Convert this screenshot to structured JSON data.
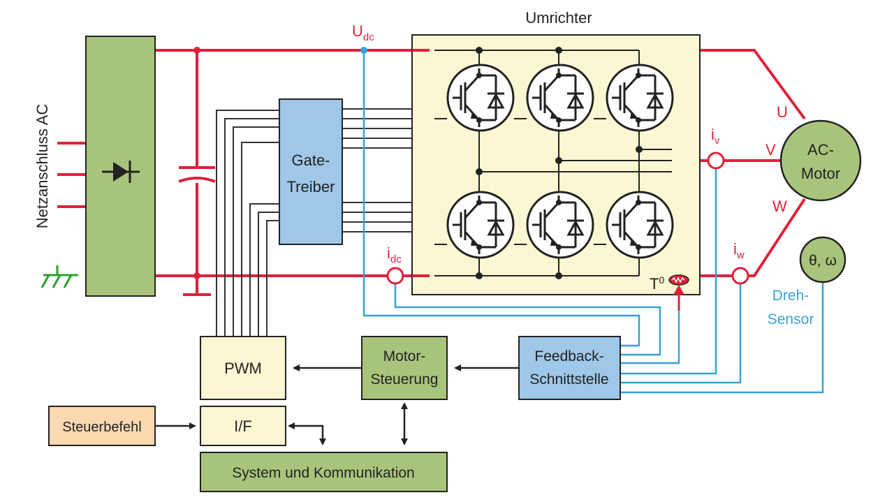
{
  "colors": {
    "power": "#e0203a",
    "signal": "#35a2d8",
    "ground": "#2aa02a",
    "green_block": "#a8c47c",
    "blue_block": "#9fc7e8",
    "cream_block": "#fbf7d2",
    "orange_block": "#fbd8b0",
    "motor_fill": "#a8c47c",
    "wire": "#222222"
  },
  "labels": {
    "netzanschluss": "Netzanschluss AC",
    "umrichter": "Umrichter",
    "udc_main": "U",
    "udc_sub": "dc",
    "idc_main": "i",
    "idc_sub": "dc",
    "iv_main": "i",
    "iv_sub": "v",
    "iw_main": "i",
    "iw_sub": "w",
    "phase_u": "U",
    "phase_v": "V",
    "phase_w": "W",
    "temp_main": "T",
    "temp_sup": "0",
    "gate_line1": "Gate-",
    "gate_line2": "Treiber",
    "motor_line1": "AC-",
    "motor_line2": "Motor",
    "sensor_symbol": "θ, ω",
    "dreh_line1": "Dreh-",
    "dreh_line2": "Sensor",
    "pwm": "PWM",
    "if": "I/F",
    "steuer_line1": "Motor-",
    "steuer_line2": "Steuerung",
    "feedback_line1": "Feedback-",
    "feedback_line2": "Schnittstelle",
    "steuerbefehl": "Steuerbefehl",
    "system": "System und Kommunikation"
  }
}
